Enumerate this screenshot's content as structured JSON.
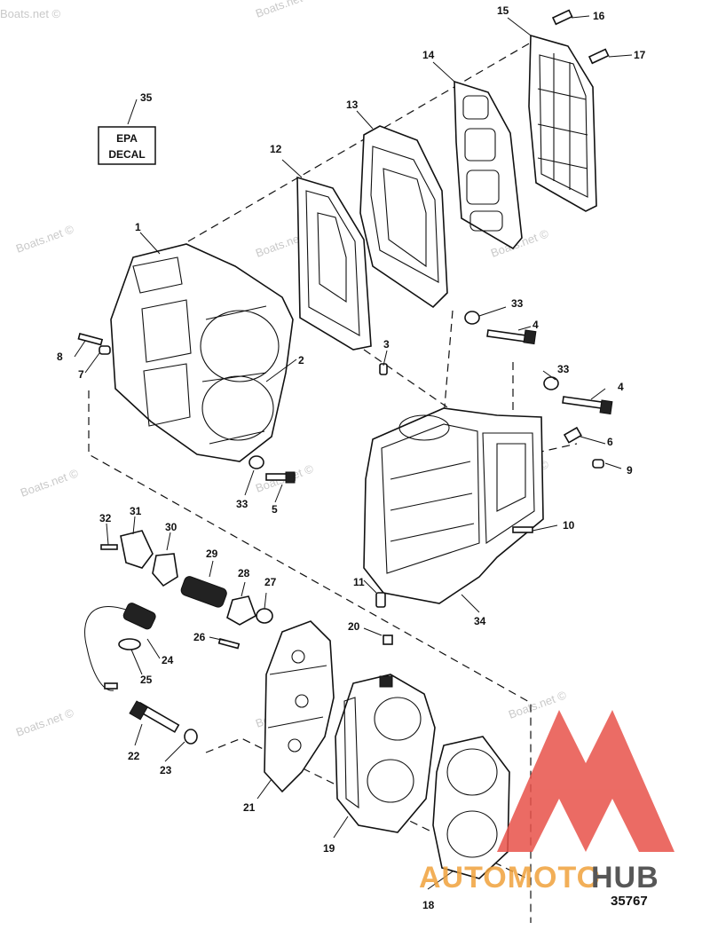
{
  "watermark": "Boats.net ©",
  "decal": {
    "line1": "EPA",
    "line2": "DECAL"
  },
  "drawing_number": "35767",
  "brand": {
    "part1": "AUTOMOTO",
    "part2": "HUB"
  },
  "callouts": {
    "c1": "1",
    "c2": "2",
    "c3": "3",
    "c4a": "4",
    "c4b": "4",
    "c5": "5",
    "c6": "6",
    "c7": "7",
    "c8": "8",
    "c9": "9",
    "c10": "10",
    "c11": "11",
    "c12": "12",
    "c13": "13",
    "c14": "14",
    "c15": "15",
    "c16": "16",
    "c17": "17",
    "c18": "18",
    "c19": "19",
    "c20": "20",
    "c21": "21",
    "c22": "22",
    "c23": "23",
    "c24": "24",
    "c25": "25",
    "c26": "26",
    "c27": "27",
    "c28": "28",
    "c29": "29",
    "c30": "30",
    "c31": "31",
    "c32": "32",
    "c33a": "33",
    "c33b": "33",
    "c33c": "33",
    "c34": "34",
    "c35": "35"
  },
  "colors": {
    "logo_red": "#e8524a",
    "logo_orange": "#f0a23c",
    "brand_dark": "#3a3a3a"
  }
}
